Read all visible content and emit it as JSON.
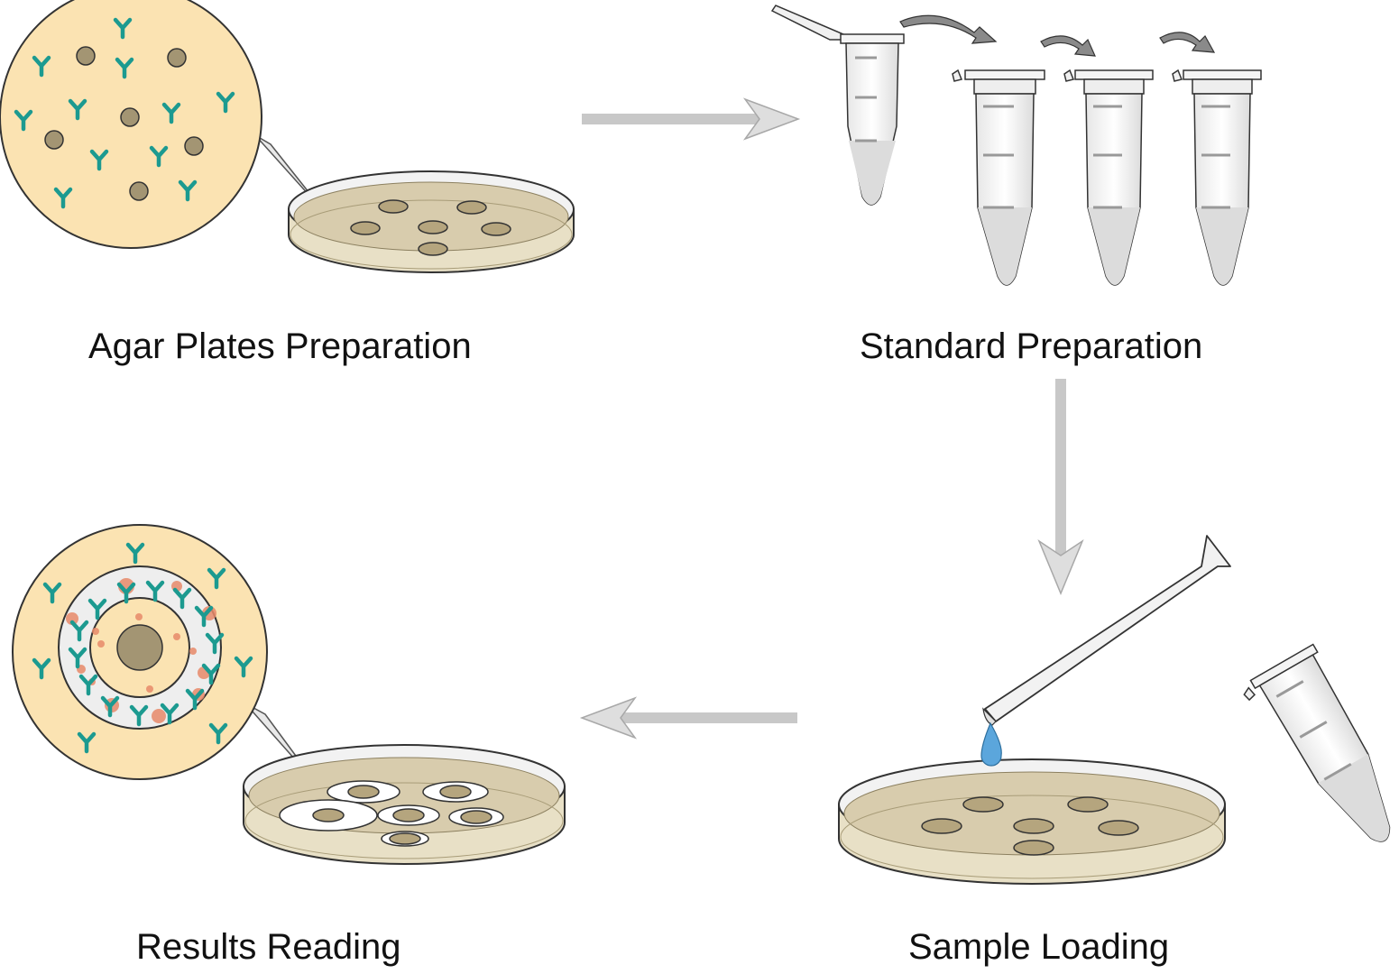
{
  "steps": {
    "agar_plates": "Agar Plates Preparation",
    "standard": "Standard Preparation",
    "sample_loading": "Sample Loading",
    "results_reading": "Results Reading"
  },
  "colors": {
    "agar": "#fbe3b2",
    "plate_medium": "#d8ccad",
    "well": "#b5a57e",
    "antibody": "#1c9a90",
    "antigen": "#e88a6a",
    "flow_arrow": "#c8c8c8",
    "sample_drop": "#5ba6dc"
  }
}
